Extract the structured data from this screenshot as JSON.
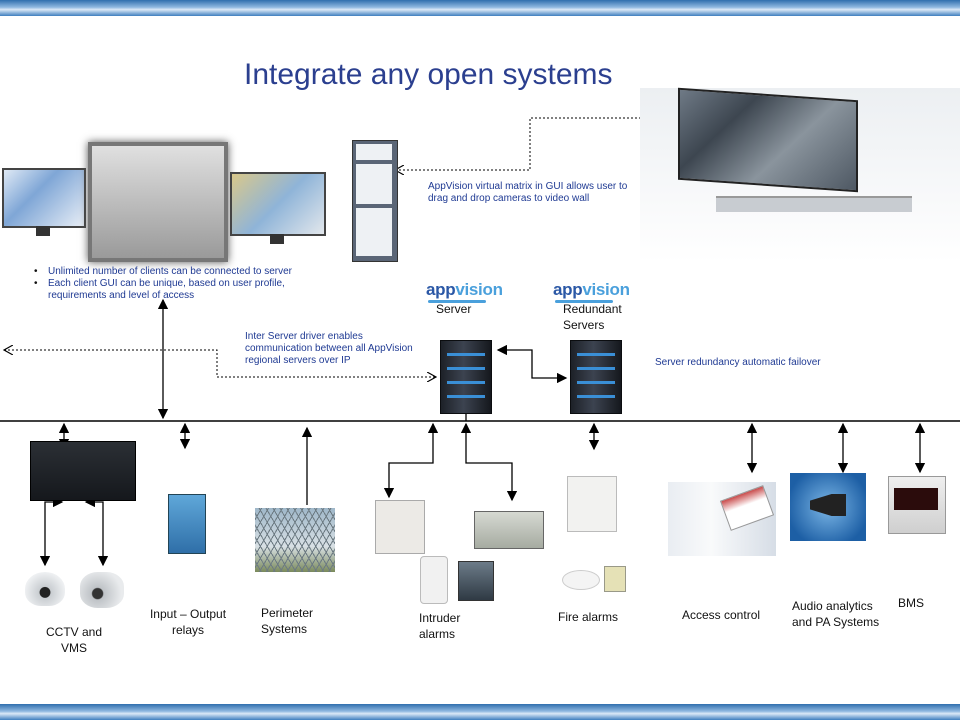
{
  "title": "Integrate any open systems",
  "client_notes": [
    "Unlimited number of clients can be connected to server",
    "Each client GUI can be unique, based on user profile, requirements and level of access"
  ],
  "matrix_note": "AppVision virtual matrix in GUI allows user to drag and drop cameras to video wall",
  "inter_server_note": "Inter Server driver enables communication between all AppVision regional servers over IP",
  "redundancy_note": "Server redundancy automatic failover",
  "logo": {
    "prefix": "app",
    "suffix": "vision"
  },
  "servers": {
    "main": "Server",
    "redundant": "Redundant Servers"
  },
  "devices": {
    "cctv": "CCTV  and VMS",
    "io": "Input – Output relays",
    "perimeter": "Perimeter Systems",
    "intruder": "Intruder alarms",
    "fire": "Fire alarms",
    "access": "Access control",
    "audio": "Audio analytics and PA Systems",
    "bms": "BMS"
  },
  "colors": {
    "title": "#2b3f8f",
    "note": "#1f3a93",
    "band": "#3f7fbf"
  }
}
